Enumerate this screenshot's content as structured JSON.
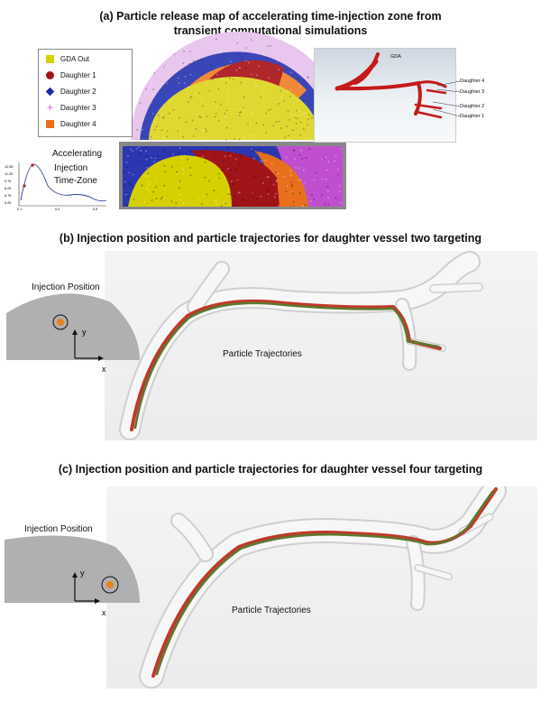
{
  "panel_a": {
    "title_line1": "(a)  Particle release map of accelerating time-injection zone from",
    "title_line2": "transient computational simulations",
    "legend": [
      {
        "label": "GDA Out",
        "color": "#d6d000",
        "shape": "square"
      },
      {
        "label": "Daughter 1",
        "color": "#a01418",
        "shape": "ellipse"
      },
      {
        "label": "Daughter 2",
        "color": "#1c2aa8",
        "shape": "diamond"
      },
      {
        "label": "Daughter 3",
        "color": "#d060d8",
        "shape": "plus"
      },
      {
        "label": "Daughter 4",
        "color": "#e8701c",
        "shape": "square"
      }
    ],
    "vessel_labels": {
      "gda": "GDA",
      "d4": "Daughter 4",
      "d3": "Daughter 3",
      "d2": "Daughter 2",
      "d1": "Daughter 1"
    },
    "inset": {
      "line1": "Accelerating",
      "line2": "Injection",
      "line3": "Time-Zone",
      "yticks": [
        "12.55",
        "11.25",
        "9.75",
        "8.25",
        "6.75",
        "5.25"
      ],
      "xticks": [
        "0.1",
        "0.4",
        "0.9"
      ]
    }
  },
  "panel_b": {
    "title": "(b) Injection position and particle trajectories for daughter vessel two targeting",
    "injection_label": "Injection Position",
    "axis_y": "y",
    "axis_x": "x",
    "trajectories_label": "Particle Trajectories"
  },
  "panel_c": {
    "title": "(c) Injection position and particle trajectories for daughter vessel four targeting",
    "injection_label": "Injection Position",
    "axis_y": "y",
    "axis_x": "x",
    "trajectories_label": "Particle Trajectories"
  },
  "colors": {
    "gda_out": "#d6d000",
    "daughter1": "#a01418",
    "daughter2": "#1c2aa8",
    "daughter3": "#d060d8",
    "daughter4": "#e8701c",
    "vessel_red": "#c41a1a",
    "trajectory_green": "#5a7a30",
    "trajectory_red": "#c0392b",
    "cross_section_gray": "#b0b0b0"
  }
}
